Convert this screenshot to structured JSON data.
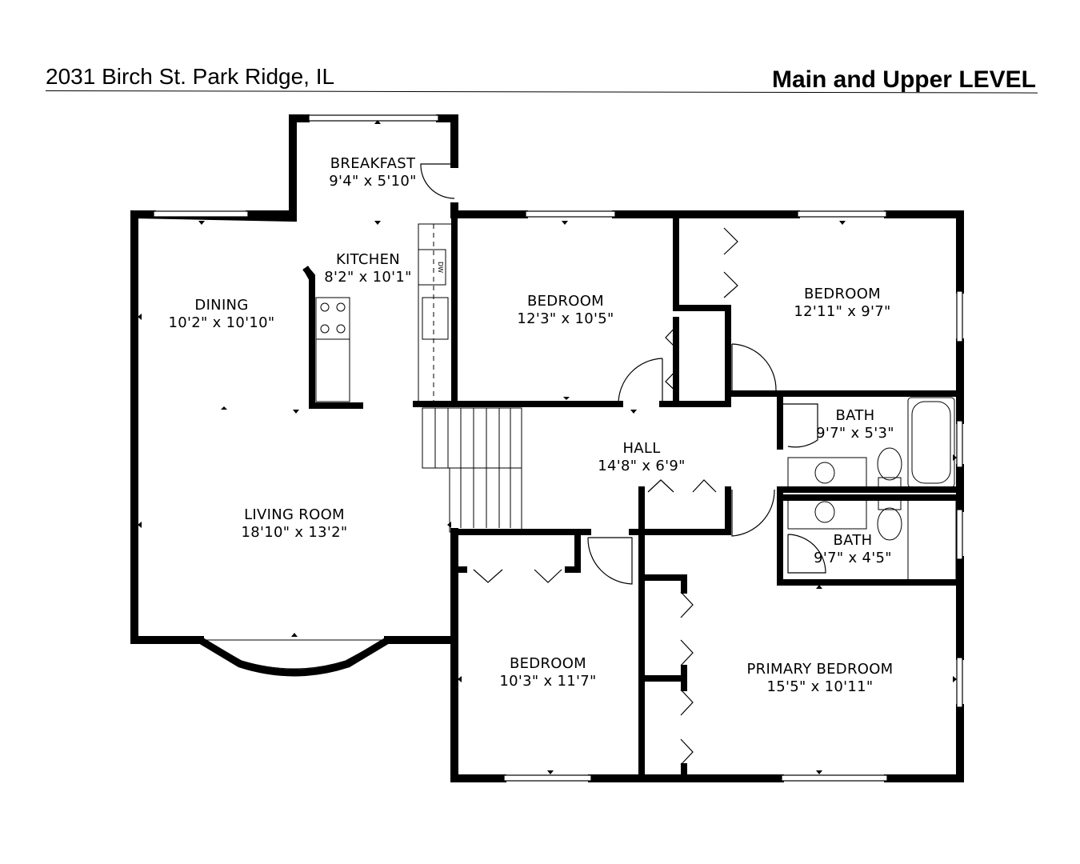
{
  "header": {
    "address": "2031 Birch St. Park Ridge, IL",
    "level": "Main and Upper LEVEL"
  },
  "rooms": {
    "breakfast": {
      "name": "BREAKFAST",
      "size": "9'4\" x 5'10\""
    },
    "kitchen": {
      "name": "KITCHEN",
      "size": "8'2\" x 10'1\"",
      "appliance_label": "DW"
    },
    "dining": {
      "name": "DINING",
      "size": "10'2\" x 10'10\""
    },
    "living_room": {
      "name": "LIVING ROOM",
      "size": "18'10\" x 13'2\""
    },
    "bedroom_center": {
      "name": "BEDROOM",
      "size": "12'3\" x 10'5\""
    },
    "bedroom_right": {
      "name": "BEDROOM",
      "size": "12'11\" x 9'7\""
    },
    "bath_upper": {
      "name": "BATH",
      "size": "9'7\" x 5'3\""
    },
    "bath_lower": {
      "name": "BATH",
      "size": "9'7\" x 4'5\""
    },
    "hall": {
      "name": "HALL",
      "size": "14'8\" x 6'9\""
    },
    "bedroom_lower": {
      "name": "BEDROOM",
      "size": "10'3\" x 11'7\""
    },
    "primary_bedroom": {
      "name": "PRIMARY BEDROOM",
      "size": "15'5\" x 10'11\""
    }
  }
}
